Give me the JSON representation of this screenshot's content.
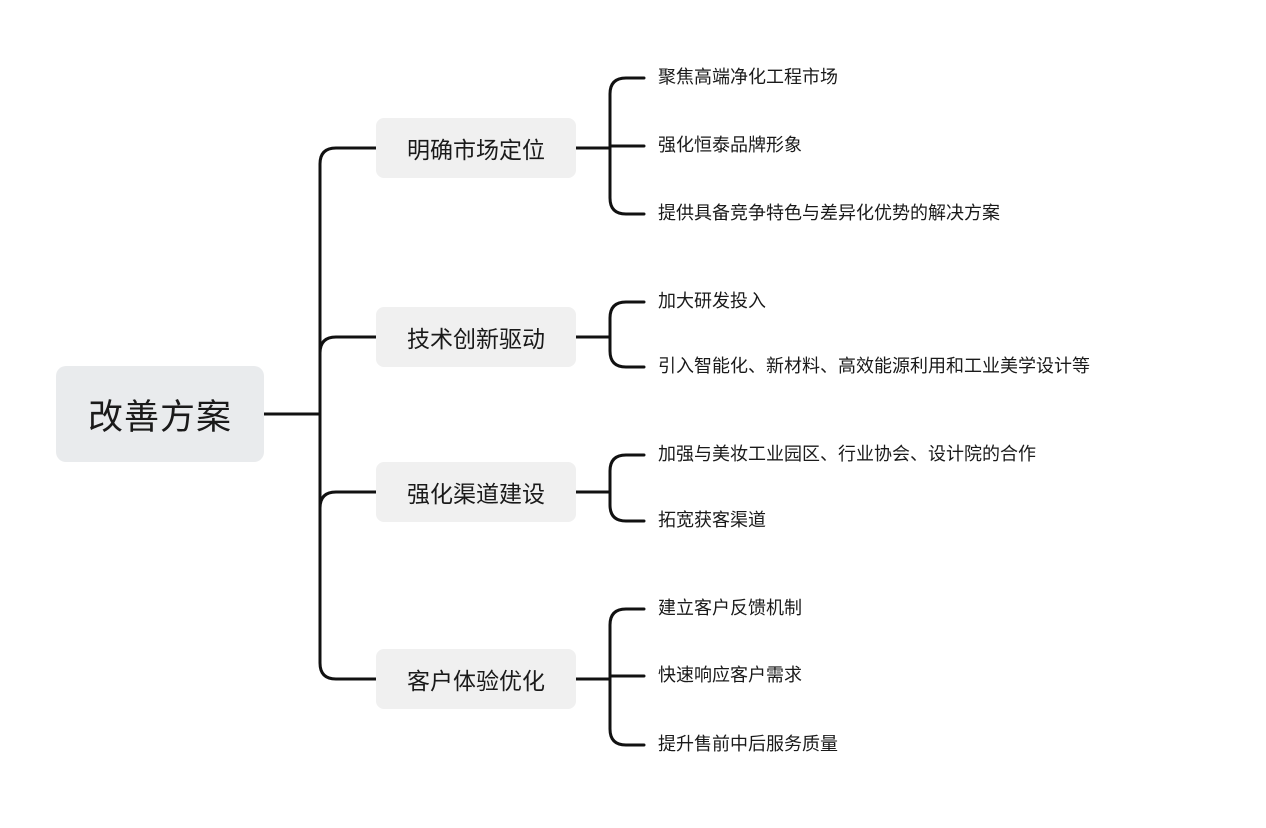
{
  "mindmap": {
    "root": {
      "label": "改善方案"
    },
    "branches": [
      {
        "label": "明确市场定位",
        "children": [
          {
            "label": "聚焦高端净化工程市场"
          },
          {
            "label": "强化恒泰品牌形象"
          },
          {
            "label": "提供具备竞争特色与差异化优势的解决方案"
          }
        ]
      },
      {
        "label": "技术创新驱动",
        "children": [
          {
            "label": "加大研发投入"
          },
          {
            "label": "引入智能化、新材料、高效能源利用和工业美学设计等"
          }
        ]
      },
      {
        "label": "强化渠道建设",
        "children": [
          {
            "label": "加强与美妆工业园区、行业协会、设计院的合作"
          },
          {
            "label": "拓宽获客渠道"
          }
        ]
      },
      {
        "label": "客户体验优化",
        "children": [
          {
            "label": "建立客户反馈机制"
          },
          {
            "label": "快速响应客户需求"
          },
          {
            "label": "提升售前中后服务质量"
          }
        ]
      }
    ],
    "colors": {
      "line": "#111111",
      "root_fill": "#e9ebed",
      "branch_fill": "#f0f0f0"
    }
  }
}
